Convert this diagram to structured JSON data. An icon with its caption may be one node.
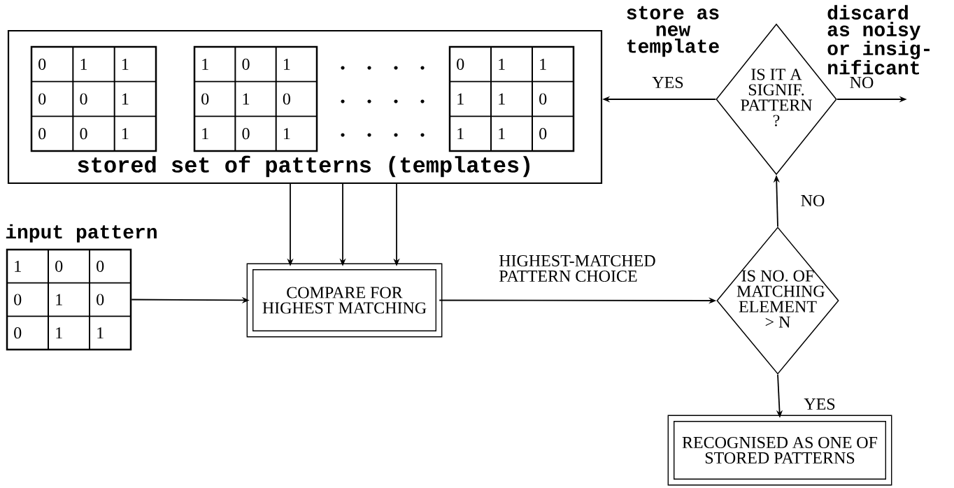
{
  "diagram": {
    "nodes": [
      {
        "text": [
          "stored set of patterns (templates)"
        ]
      },
      {
        "text": [
          "0",
          "1",
          "1",
          "0",
          "0",
          "1",
          "0",
          "0",
          "1"
        ],
        "in": 0
      },
      {
        "text": [
          "1",
          "0",
          "1",
          "0",
          "1",
          "0",
          "1",
          "0",
          "1"
        ],
        "in": 0
      },
      {
        "text": [
          "0",
          "1",
          "1",
          "1",
          "1",
          "0",
          "1",
          "1",
          "0"
        ],
        "in": 0
      },
      {
        "text": [
          "input pattern",
          "1",
          "0",
          "0",
          "0",
          "1",
          "0",
          "0",
          "1",
          "1"
        ]
      },
      {
        "text": [
          "COMPARE FOR HIGHEST MATCHING"
        ]
      },
      {
        "text": [
          "IS IT A SIGNIF. PATTERN ?"
        ]
      },
      {
        "text": [
          "IS NO. OF MATCHING ELEMENT > N"
        ]
      },
      {
        "text": [
          "RECOGNISED AS ONE OF STORED PATTERNS"
        ]
      }
    ],
    "edges": [
      {
        "from": 0,
        "to": 5,
        "arrow": "to"
      },
      {
        "from": 0,
        "to": 5,
        "arrow": "to"
      },
      {
        "from": 0,
        "to": 5,
        "arrow": "to"
      },
      {
        "from": 4,
        "to": 5,
        "arrow": "to"
      },
      {
        "from": 5,
        "to": 7,
        "arrow": "to",
        "label": "HIGHEST-MATCHED PATTERN CHOICE"
      },
      {
        "from": 7,
        "to": 6,
        "arrow": "to",
        "label": "NO"
      },
      {
        "from": 6,
        "to": 0,
        "arrow": "to",
        "label": "YES"
      },
      {
        "from": 6,
        "to": null,
        "arrow": "to",
        "label": "NO"
      },
      {
        "from": 7,
        "to": 8,
        "arrow": "to",
        "label": "YES"
      }
    ],
    "labels": [
      "store as new template",
      "discard as noisy or insig- nificant"
    ]
  }
}
